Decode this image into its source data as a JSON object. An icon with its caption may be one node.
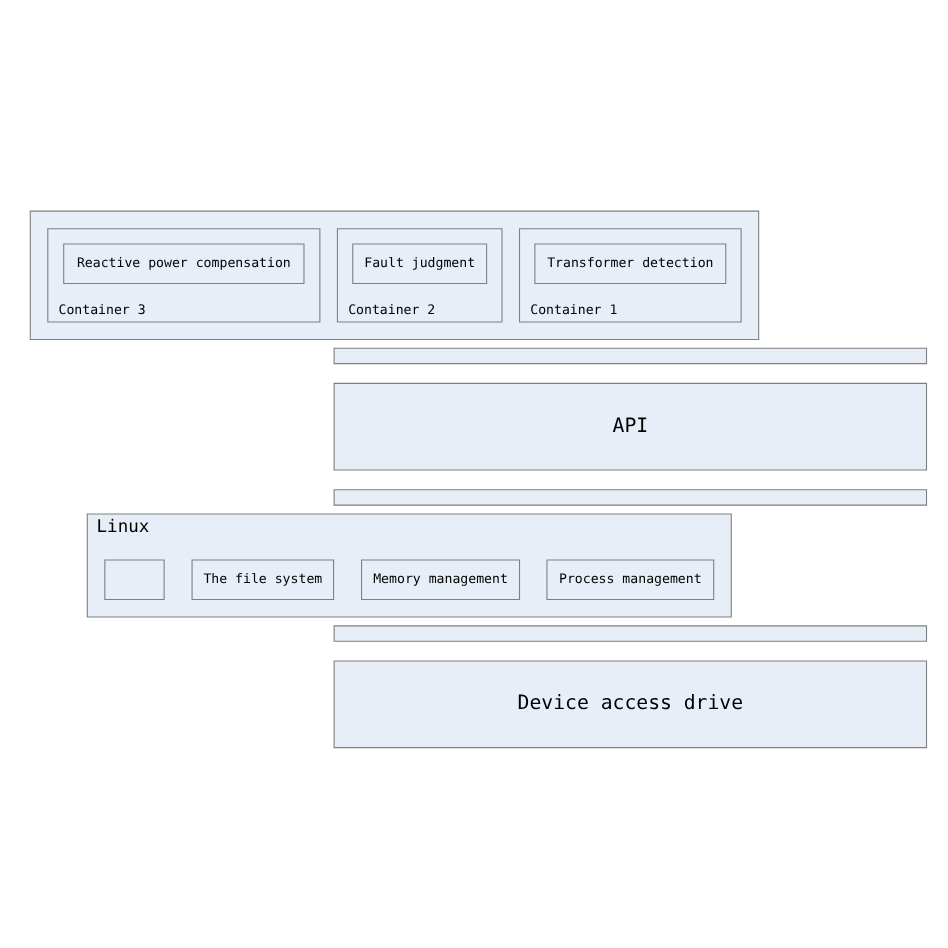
{
  "diagram": {
    "nodes": [
      {
        "text": [],
        "shape": "box"
      },
      {
        "text": [
          "Container 1"
        ],
        "in": 0
      },
      {
        "text": [
          "Transformer detection"
        ],
        "in": 1
      },
      {
        "text": [
          "Container 2"
        ],
        "in": 0
      },
      {
        "text": [
          "Fault judgment"
        ],
        "in": 3
      },
      {
        "text": [
          "Container 3"
        ],
        "in": 0
      },
      {
        "text": [
          "Reactive power compensation"
        ],
        "in": 5
      },
      {
        "text": [],
        "shape": "box"
      },
      {
        "text": [
          "API"
        ]
      },
      {
        "text": [],
        "shape": "box"
      },
      {
        "text": [
          "Linux"
        ]
      },
      {
        "text": [
          "Process management"
        ],
        "in": 10
      },
      {
        "text": [
          "Memory management"
        ],
        "in": 10
      },
      {
        "text": [
          "The file system"
        ],
        "in": 10
      },
      {
        "text": [],
        "shape": "box",
        "in": 10
      },
      {
        "text": [],
        "shape": "box"
      },
      {
        "text": [
          "Device access drive"
        ]
      }
    ],
    "edges": []
  }
}
